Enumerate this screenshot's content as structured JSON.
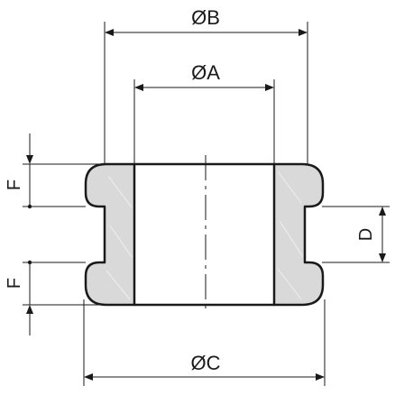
{
  "labels": {
    "dim_b": "ØB",
    "dim_a": "ØA",
    "dim_c": "ØC",
    "dim_d": "D",
    "dim_f_top": "F",
    "dim_f_bottom": "F"
  },
  "colors": {
    "line": "#1a1a1a",
    "fill": "#d9d9d9",
    "texture": "#f2f2f2",
    "background": "#ffffff"
  }
}
